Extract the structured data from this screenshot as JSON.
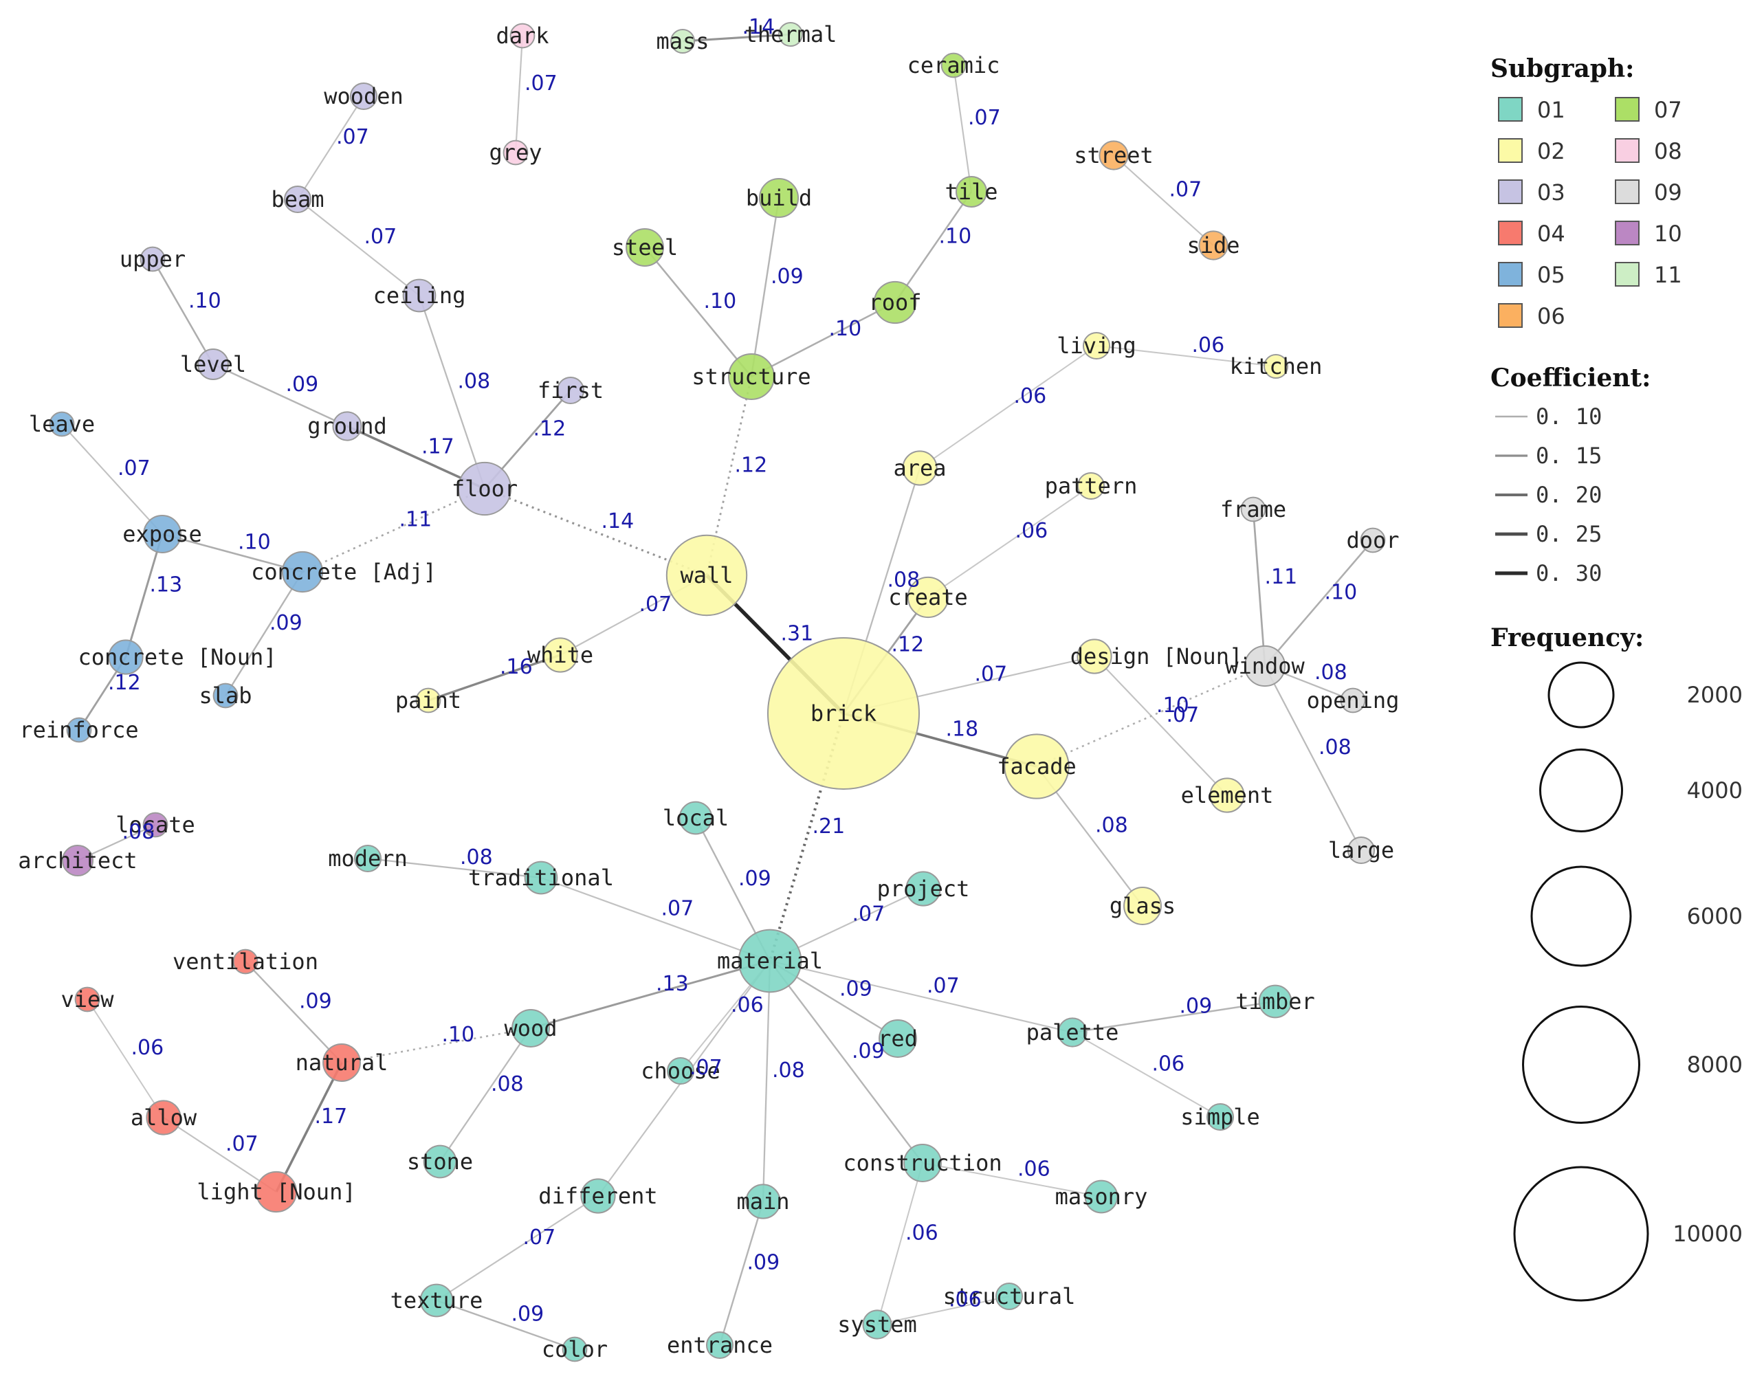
{
  "subgraph_colors": {
    "01": "#7fd6c4",
    "02": "#fcfaa6",
    "03": "#c6c3e3",
    "04": "#f77a6e",
    "05": "#7fb3dc",
    "06": "#fbb060",
    "07": "#acdf66",
    "08": "#f9cfe2",
    "09": "#dcdcdc",
    "10": "#bb87c3",
    "11": "#cdeec5"
  },
  "legend": {
    "subgraph_title": "Subgraph:",
    "subgraph_items": [
      "01",
      "02",
      "03",
      "04",
      "05",
      "06",
      "07",
      "08",
      "09",
      "10",
      "11"
    ],
    "coefficient_title": "Coefficient:",
    "coefficient_items": [
      "0. 10",
      "0. 15",
      "0. 20",
      "0. 25",
      "0. 30"
    ],
    "coefficient_values": [
      0.1,
      0.15,
      0.2,
      0.25,
      0.3
    ],
    "frequency_title": "Frequency:",
    "frequency_items": [
      "2000",
      "4000",
      "6000",
      "8000",
      "10000"
    ],
    "frequency_values": [
      2000,
      4000,
      6000,
      8000,
      10000
    ]
  },
  "nodes": [
    {
      "id": "brick",
      "label": "brick",
      "group": "02",
      "freq": 10000
    },
    {
      "id": "wall",
      "label": "wall",
      "group": "02",
      "freq": 2800
    },
    {
      "id": "area",
      "label": "area",
      "group": "02",
      "freq": 500
    },
    {
      "id": "living",
      "label": "living",
      "group": "02",
      "freq": 300
    },
    {
      "id": "kitchen",
      "label": "kitchen",
      "group": "02",
      "freq": 200
    },
    {
      "id": "pattern",
      "label": "pattern",
      "group": "02",
      "freq": 300
    },
    {
      "id": "create",
      "label": "create",
      "group": "02",
      "freq": 700
    },
    {
      "id": "design",
      "label": "design [Noun]",
      "group": "02",
      "freq": 500
    },
    {
      "id": "element",
      "label": "element",
      "group": "02",
      "freq": 500
    },
    {
      "id": "facade",
      "label": "facade",
      "group": "02",
      "freq": 1800
    },
    {
      "id": "glass",
      "label": "glass",
      "group": "02",
      "freq": 600
    },
    {
      "id": "white",
      "label": "white",
      "group": "02",
      "freq": 500
    },
    {
      "id": "paint",
      "label": "paint",
      "group": "02",
      "freq": 250
    },
    {
      "id": "floor",
      "label": "floor",
      "group": "03",
      "freq": 1200
    },
    {
      "id": "first",
      "label": "first",
      "group": "03",
      "freq": 300
    },
    {
      "id": "ground",
      "label": "ground",
      "group": "03",
      "freq": 350
    },
    {
      "id": "level",
      "label": "level",
      "group": "03",
      "freq": 400
    },
    {
      "id": "upper",
      "label": "upper",
      "group": "03",
      "freq": 250
    },
    {
      "id": "ceiling",
      "label": "ceiling",
      "group": "03",
      "freq": 450
    },
    {
      "id": "beam",
      "label": "beam",
      "group": "03",
      "freq": 300
    },
    {
      "id": "wooden",
      "label": "wooden",
      "group": "03",
      "freq": 300
    },
    {
      "id": "structure",
      "label": "structure",
      "group": "07",
      "freq": 900
    },
    {
      "id": "steel",
      "label": "steel",
      "group": "07",
      "freq": 600
    },
    {
      "id": "build",
      "label": "build",
      "group": "07",
      "freq": 650
    },
    {
      "id": "roof",
      "label": "roof",
      "group": "07",
      "freq": 750
    },
    {
      "id": "tile",
      "label": "tile",
      "group": "07",
      "freq": 400
    },
    {
      "id": "ceramic",
      "label": "ceramic",
      "group": "07",
      "freq": 250
    },
    {
      "id": "street",
      "label": "street",
      "group": "06",
      "freq": 350
    },
    {
      "id": "side",
      "label": "side",
      "group": "06",
      "freq": 350
    },
    {
      "id": "dark",
      "label": "dark",
      "group": "08",
      "freq": 250
    },
    {
      "id": "grey",
      "label": "grey",
      "group": "08",
      "freq": 250
    },
    {
      "id": "mass",
      "label": "mass",
      "group": "11",
      "freq": 200
    },
    {
      "id": "thermal",
      "label": "thermal",
      "group": "11",
      "freq": 200
    },
    {
      "id": "window",
      "label": "window",
      "group": "09",
      "freq": 700
    },
    {
      "id": "frame",
      "label": "frame",
      "group": "09",
      "freq": 250
    },
    {
      "id": "door",
      "label": "door",
      "group": "09",
      "freq": 250
    },
    {
      "id": "opening",
      "label": "opening",
      "group": "09",
      "freq": 250
    },
    {
      "id": "large",
      "label": "large",
      "group": "09",
      "freq": 300
    },
    {
      "id": "expose",
      "label": "expose",
      "group": "05",
      "freq": 600
    },
    {
      "id": "leave",
      "label": "leave",
      "group": "05",
      "freq": 250
    },
    {
      "id": "concrete_adj",
      "label": "concrete [Adj]",
      "group": "05",
      "freq": 700
    },
    {
      "id": "concrete_noun",
      "label": "concrete [Noun]",
      "group": "05",
      "freq": 500
    },
    {
      "id": "slab",
      "label": "slab",
      "group": "05",
      "freq": 250
    },
    {
      "id": "reinforce",
      "label": "reinforce",
      "group": "05",
      "freq": 250
    },
    {
      "id": "locate",
      "label": "locate",
      "group": "10",
      "freq": 250
    },
    {
      "id": "architect",
      "label": "architect",
      "group": "10",
      "freq": 400
    },
    {
      "id": "material",
      "label": "material",
      "group": "01",
      "freq": 1700
    },
    {
      "id": "local",
      "label": "local",
      "group": "01",
      "freq": 450
    },
    {
      "id": "project",
      "label": "project",
      "group": "01",
      "freq": 500
    },
    {
      "id": "traditional",
      "label": "traditional",
      "group": "01",
      "freq": 450
    },
    {
      "id": "modern",
      "label": "modern",
      "group": "01",
      "freq": 300
    },
    {
      "id": "wood",
      "label": "wood",
      "group": "01",
      "freq": 600
    },
    {
      "id": "stone",
      "label": "stone",
      "group": "01",
      "freq": 450
    },
    {
      "id": "red",
      "label": "red",
      "group": "01",
      "freq": 600
    },
    {
      "id": "palette",
      "label": "palette",
      "group": "01",
      "freq": 350
    },
    {
      "id": "timber",
      "label": "timber",
      "group": "01",
      "freq": 450
    },
    {
      "id": "simple",
      "label": "simple",
      "group": "01",
      "freq": 300
    },
    {
      "id": "choose",
      "label": "choose",
      "group": "01",
      "freq": 300
    },
    {
      "id": "different",
      "label": "different",
      "group": "01",
      "freq": 500
    },
    {
      "id": "texture",
      "label": "texture",
      "group": "01",
      "freq": 450
    },
    {
      "id": "color",
      "label": "color",
      "group": "01",
      "freq": 250
    },
    {
      "id": "main",
      "label": "main",
      "group": "01",
      "freq": 500
    },
    {
      "id": "entrance",
      "label": "entrance",
      "group": "01",
      "freq": 300
    },
    {
      "id": "construction",
      "label": "construction",
      "group": "01",
      "freq": 600
    },
    {
      "id": "masonry",
      "label": "masonry",
      "group": "01",
      "freq": 450
    },
    {
      "id": "system",
      "label": "system",
      "group": "01",
      "freq": 350
    },
    {
      "id": "structural",
      "label": "structural",
      "group": "01",
      "freq": 300
    },
    {
      "id": "ventilation",
      "label": "ventilation",
      "group": "04",
      "freq": 250
    },
    {
      "id": "natural",
      "label": "natural",
      "group": "04",
      "freq": 600
    },
    {
      "id": "view",
      "label": "view",
      "group": "04",
      "freq": 250
    },
    {
      "id": "allow",
      "label": "allow",
      "group": "04",
      "freq": 500
    },
    {
      "id": "light",
      "label": "light [Noun]",
      "group": "04",
      "freq": 700
    }
  ],
  "edges": [
    {
      "s": "wall",
      "t": "brick",
      "w": ".31",
      "dotted": false
    },
    {
      "s": "brick",
      "t": "facade",
      "w": ".18",
      "dotted": false
    },
    {
      "s": "brick",
      "t": "material",
      "w": ".21",
      "dotted": true
    },
    {
      "s": "brick",
      "t": "create",
      "w": ".12",
      "dotted": false
    },
    {
      "s": "brick",
      "t": "area",
      "w": ".08",
      "dotted": false
    },
    {
      "s": "brick",
      "t": "design",
      "w": ".07",
      "dotted": false
    },
    {
      "s": "wall",
      "t": "structure",
      "w": ".12",
      "dotted": true
    },
    {
      "s": "wall",
      "t": "floor",
      "w": ".14",
      "dotted": true
    },
    {
      "s": "wall",
      "t": "white",
      "w": ".07",
      "dotted": false
    },
    {
      "s": "white",
      "t": "paint",
      "w": ".16",
      "dotted": false
    },
    {
      "s": "area",
      "t": "living",
      "w": ".06",
      "dotted": false
    },
    {
      "s": "living",
      "t": "kitchen",
      "w": ".06",
      "dotted": false
    },
    {
      "s": "create",
      "t": "pattern",
      "w": ".06",
      "dotted": false
    },
    {
      "s": "design",
      "t": "element",
      "w": ".07",
      "dotted": false
    },
    {
      "s": "facade",
      "t": "window",
      "w": ".10",
      "dotted": true
    },
    {
      "s": "facade",
      "t": "glass",
      "w": ".08",
      "dotted": false
    },
    {
      "s": "window",
      "t": "frame",
      "w": ".11",
      "dotted": false
    },
    {
      "s": "window",
      "t": "door",
      "w": ".10",
      "dotted": false
    },
    {
      "s": "window",
      "t": "opening",
      "w": ".08",
      "dotted": false
    },
    {
      "s": "window",
      "t": "large",
      "w": ".08",
      "dotted": false
    },
    {
      "s": "structure",
      "t": "steel",
      "w": ".10",
      "dotted": false
    },
    {
      "s": "structure",
      "t": "build",
      "w": ".09",
      "dotted": false
    },
    {
      "s": "structure",
      "t": "roof",
      "w": ".10",
      "dotted": false
    },
    {
      "s": "roof",
      "t": "tile",
      "w": ".10",
      "dotted": false
    },
    {
      "s": "tile",
      "t": "ceramic",
      "w": ".07",
      "dotted": false
    },
    {
      "s": "street",
      "t": "side",
      "w": ".07",
      "dotted": false
    },
    {
      "s": "dark",
      "t": "grey",
      "w": ".07",
      "dotted": false
    },
    {
      "s": "mass",
      "t": "thermal",
      "w": ".14",
      "dotted": false
    },
    {
      "s": "floor",
      "t": "ground",
      "w": ".17",
      "dotted": false
    },
    {
      "s": "floor",
      "t": "first",
      "w": ".12",
      "dotted": false
    },
    {
      "s": "floor",
      "t": "ceiling",
      "w": ".08",
      "dotted": false
    },
    {
      "s": "floor",
      "t": "concrete_adj",
      "w": ".11",
      "dotted": true
    },
    {
      "s": "ground",
      "t": "level",
      "w": ".09",
      "dotted": false
    },
    {
      "s": "level",
      "t": "upper",
      "w": ".10",
      "dotted": false
    },
    {
      "s": "ceiling",
      "t": "beam",
      "w": ".07",
      "dotted": false
    },
    {
      "s": "beam",
      "t": "wooden",
      "w": ".07",
      "dotted": false
    },
    {
      "s": "concrete_adj",
      "t": "expose",
      "w": ".10",
      "dotted": false
    },
    {
      "s": "concrete_adj",
      "t": "slab",
      "w": ".09",
      "dotted": false
    },
    {
      "s": "expose",
      "t": "leave",
      "w": ".07",
      "dotted": false
    },
    {
      "s": "expose",
      "t": "concrete_noun",
      "w": ".13",
      "dotted": false
    },
    {
      "s": "concrete_noun",
      "t": "reinforce",
      "w": ".12",
      "dotted": false
    },
    {
      "s": "architect",
      "t": "locate",
      "w": ".08",
      "dotted": false
    },
    {
      "s": "material",
      "t": "local",
      "w": ".09",
      "dotted": false
    },
    {
      "s": "material",
      "t": "project",
      "w": ".07",
      "dotted": false
    },
    {
      "s": "material",
      "t": "traditional",
      "w": ".07",
      "dotted": false
    },
    {
      "s": "traditional",
      "t": "modern",
      "w": ".08",
      "dotted": false
    },
    {
      "s": "material",
      "t": "wood",
      "w": ".13",
      "dotted": false
    },
    {
      "s": "wood",
      "t": "natural",
      "w": ".10",
      "dotted": true
    },
    {
      "s": "wood",
      "t": "stone",
      "w": ".08",
      "dotted": false
    },
    {
      "s": "material",
      "t": "red",
      "w": ".09",
      "dotted": false
    },
    {
      "s": "material",
      "t": "palette",
      "w": ".07",
      "dotted": false
    },
    {
      "s": "palette",
      "t": "timber",
      "w": ".09",
      "dotted": false
    },
    {
      "s": "palette",
      "t": "simple",
      "w": ".06",
      "dotted": false
    },
    {
      "s": "material",
      "t": "choose",
      "w": ".06",
      "dotted": false
    },
    {
      "s": "material",
      "t": "different",
      "w": ".07",
      "dotted": false
    },
    {
      "s": "different",
      "t": "texture",
      "w": ".07",
      "dotted": false
    },
    {
      "s": "texture",
      "t": "color",
      "w": ".09",
      "dotted": false
    },
    {
      "s": "material",
      "t": "main",
      "w": ".08",
      "dotted": false
    },
    {
      "s": "main",
      "t": "entrance",
      "w": ".09",
      "dotted": false
    },
    {
      "s": "material",
      "t": "construction",
      "w": ".09",
      "dotted": false
    },
    {
      "s": "construction",
      "t": "masonry",
      "w": ".06",
      "dotted": false
    },
    {
      "s": "construction",
      "t": "system",
      "w": ".06",
      "dotted": false
    },
    {
      "s": "system",
      "t": "structural",
      "w": ".06",
      "dotted": false
    },
    {
      "s": "natural",
      "t": "ventilation",
      "w": ".09",
      "dotted": false
    },
    {
      "s": "natural",
      "t": "light",
      "w": ".17",
      "dotted": false
    },
    {
      "s": "light",
      "t": "allow",
      "w": ".07",
      "dotted": false
    },
    {
      "s": "allow",
      "t": "view",
      "w": ".06",
      "dotted": false
    }
  ]
}
